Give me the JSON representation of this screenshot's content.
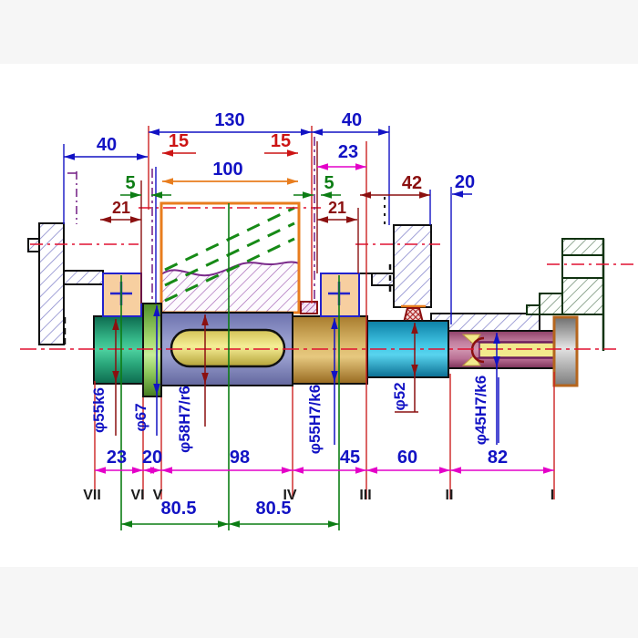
{
  "drawing": {
    "kind": "shaft-assembly-technical-drawing",
    "dims_top": {
      "len130": "130",
      "len40_right": "40",
      "len40_left": "40",
      "len15_left": "15",
      "len15_right": "15",
      "len100": "100",
      "len23": "23",
      "gap5_left": "5",
      "gap5_right": "5",
      "len21_left": "21",
      "len21_right": "21",
      "len42": "42",
      "len20": "20"
    },
    "dims_bottom": {
      "seg23": "23",
      "seg20": "20",
      "seg98": "98",
      "seg45": "45",
      "seg60": "60",
      "seg82": "82",
      "span_left": "80.5",
      "span_right": "80.5"
    },
    "diameters": {
      "sec_vii": "φ55k6",
      "flange": "φ67",
      "sec_v": "φ58H7/r6",
      "sec_iv": "φ55H7/k6",
      "sec_iii": "φ52",
      "sec_i": "φ45H7/k6"
    },
    "sections": {
      "i": "I",
      "ii": "II",
      "iii": "III",
      "iv": "IV",
      "v": "V",
      "vi": "VI",
      "vii": "VII"
    },
    "colors": {
      "dim_blue": "#1212c4",
      "dim_red": "#cc1414",
      "dim_green": "#0c7d14",
      "dim_maroon": "#8b1010",
      "dim_magenta": "#e400c8",
      "gear_orange": "#e87d1e",
      "centerline": "#e01030"
    }
  }
}
